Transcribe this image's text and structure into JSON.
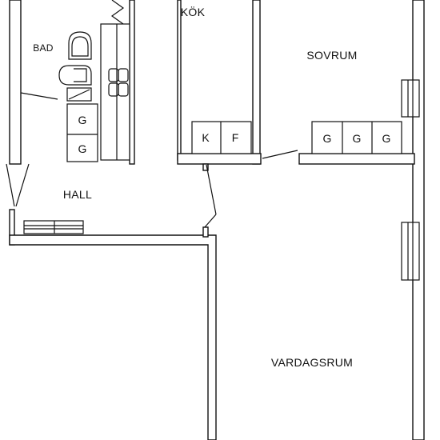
{
  "rooms": {
    "kok": "KÖK",
    "sovrum": "SOVRUM",
    "bad": "BAD",
    "hall": "HALL",
    "vardagsrum": "VARDAGSRUM"
  },
  "appliances": {
    "kitchen": [
      "K",
      "F"
    ],
    "bedroom_wardrobes": [
      "G",
      "G",
      "G"
    ],
    "bath_wardrobes": [
      "G",
      "G"
    ]
  }
}
